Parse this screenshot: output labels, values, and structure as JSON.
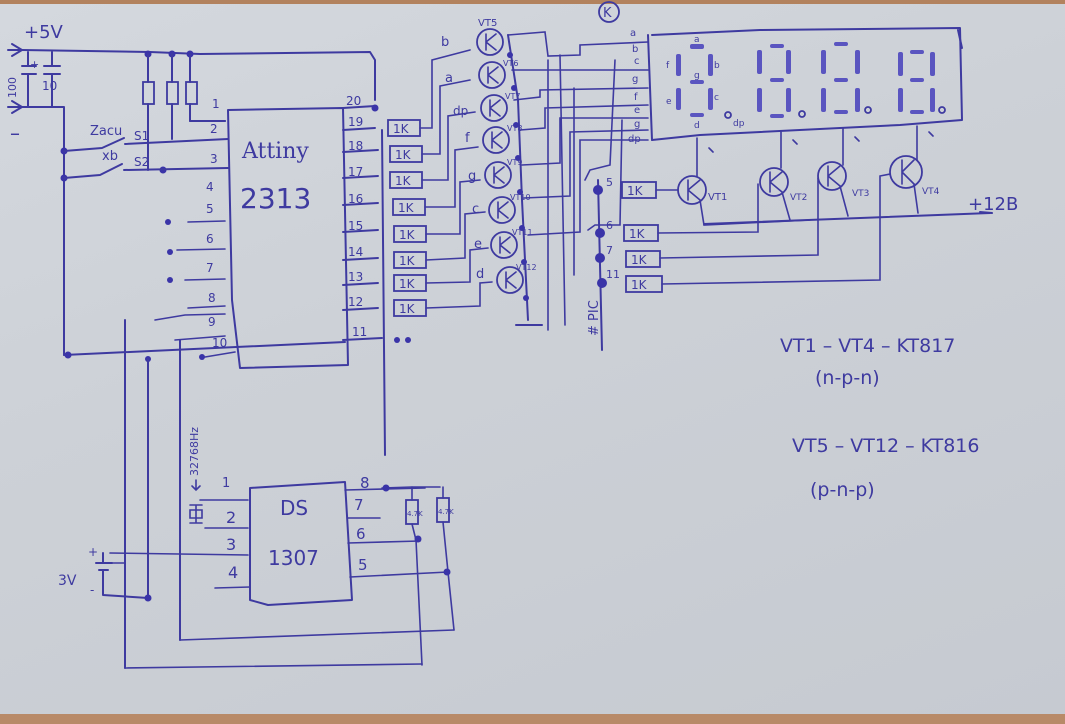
{
  "sheet": {
    "title": "Hand-drawn schematic: ATtiny2313 + DS1307 4-digit 7-segment clock",
    "ink_color": "#3e3aa0",
    "paper_color": "#cfd3d9"
  },
  "power": {
    "plus5v": "+5V",
    "minus": "–",
    "cap_left": "100",
    "cap_right": "10",
    "cap_plus": "+",
    "plus12v": "+12B",
    "battery_label": "3V",
    "battery_plus": "+",
    "battery_minus": "-"
  },
  "mcu": {
    "name_line1": "Attiny",
    "name_line2": "2313",
    "left_pins": [
      "1",
      "2",
      "3",
      "4",
      "5",
      "6",
      "7",
      "8",
      "9",
      "10"
    ],
    "right_pins": [
      "20",
      "19",
      "18",
      "17",
      "16",
      "15",
      "14",
      "13",
      "12",
      "11"
    ]
  },
  "buttons": {
    "group_label_1": "Zacu",
    "group_label_2": "xb",
    "s1": "S1",
    "s2": "S2"
  },
  "segment_resistors": [
    "1K",
    "1K",
    "1K",
    "1K",
    "1K",
    "1K",
    "1K",
    "1K"
  ],
  "segment_transistors": {
    "labels": [
      "VT5",
      "VT6",
      "VT7",
      "VT8",
      "VT9",
      "VT10",
      "VT11",
      "VT12"
    ],
    "segment_names": [
      "b",
      "a",
      "dp",
      "f",
      "g",
      "c",
      "e",
      "d"
    ]
  },
  "connector": {
    "label": "K",
    "pins": [
      "a",
      "b",
      "c",
      "g",
      "f",
      "e",
      "g",
      "dp"
    ]
  },
  "display": {
    "digit1_segments": [
      "a",
      "b",
      "f",
      "g",
      "c",
      "e",
      "d",
      "dp"
    ],
    "digit_count": 4
  },
  "digit_drivers": {
    "pic_pins": [
      "5",
      "6",
      "7",
      "11"
    ],
    "resistors": [
      "1K",
      "1K",
      "1K",
      "1K"
    ],
    "transistors": [
      "VT1",
      "VT2",
      "VT3",
      "VT4"
    ],
    "pic_label": "# PIC"
  },
  "rtc": {
    "name_line1": "DS",
    "name_line2": "1307",
    "left_pins": [
      "1",
      "2",
      "3",
      "4"
    ],
    "right_pins": [
      "8",
      "7",
      "6",
      "5"
    ],
    "crystal_label": "32768Hz",
    "pullups": [
      "4.7K",
      "4.7K"
    ]
  },
  "notes": {
    "line1": "VT1 – VT4 – KT817",
    "line2": "(n-p-n)",
    "line3": "VT5 – VT12 – KT816",
    "line4": "(p-n-p)"
  }
}
